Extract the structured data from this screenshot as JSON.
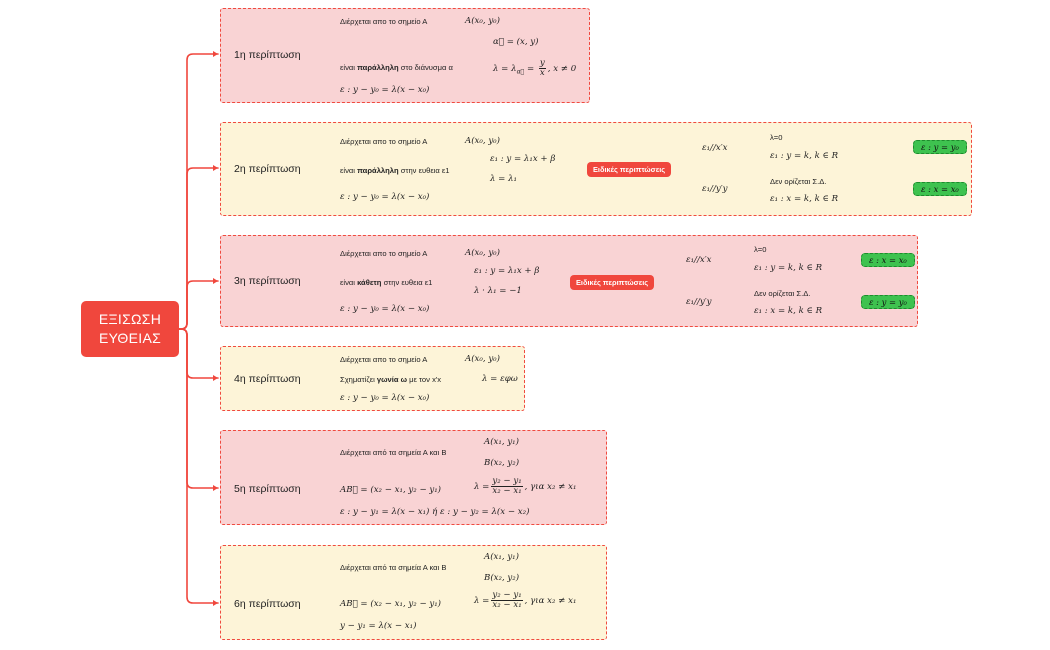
{
  "root": {
    "line1": "ΕΞΙΣΩΣΗ",
    "line2": "ΕΥΘΕΙΑΣ"
  },
  "cases": [
    {
      "label": "1η περίπτωση",
      "r1_text": "Διέρχεται απο το σημείο Α",
      "r1_math": "A(x₀, y₀)",
      "r2_pre": "είναι ",
      "r2_bold": "παράλληλη",
      "r2_post": " στο διάνυσμα α",
      "r2_sub1": "α⃗ = (x, y)",
      "r2_sub2_a": "λ = λ",
      "r2_sub2_b": "α⃗",
      "r2_sub2_c": " = ",
      "r2_sub2_num": "y",
      "r2_sub2_den": "x",
      "r2_sub2_d": ",    x ≠ 0",
      "r3_math": "ε : y − y₀ = λ(x − x₀)"
    },
    {
      "label": "2η περίπτωση",
      "r1_text": "Διέρχεται απο το σημείο Α",
      "r1_math": "A(x₀, y₀)",
      "r2_pre": "είναι ",
      "r2_bold": "παράλληλη",
      "r2_post": " στην ευθεια ε1",
      "r2_sub1": "ε₁ : y = λ₁x + β",
      "r2_sub2": "λ = λ₁",
      "r3_math": "ε : y − y₀ = λ(x − x₀)",
      "special": "Ειδικές περιπτώσεις",
      "a_head": "ε₁//x′x",
      "a_sub1": "λ=0",
      "a_sub2": "ε₁ : y = k,    k ∈ R",
      "a_result": "ε : y = y₀",
      "b_head": "ε₁//y′y",
      "b_sub1": "Δεν ορίζεται Σ.Δ.",
      "b_sub2": "ε₁ : x = k,    k ∈ R",
      "b_result": "ε : x = x₀"
    },
    {
      "label": "3η περίπτωση",
      "r1_text": "Διέρχεται απο το σημείο Α",
      "r1_math": "A(x₀, y₀)",
      "r2_pre": "είναι ",
      "r2_bold": "κάθετη",
      "r2_post": " στην ευθεια ε1",
      "r2_sub1": "ε₁ : y = λ₁x + β",
      "r2_sub2": "λ · λ₁ = −1",
      "r3_math": "ε : y − y₀ = λ(x − x₀)",
      "special": "Ειδικές περιπτώσεις",
      "a_head": "ε₁//x′x",
      "a_sub1": "λ=0",
      "a_sub2": "ε₁ : y = k,    k ∈ R",
      "a_result": "ε : x = x₀",
      "b_head": "ε₁//y′y",
      "b_sub1": "Δεν ορίζεται Σ.Δ.",
      "b_sub2": "ε₁ : x = k,    k ∈ R",
      "b_result": "ε : y = y₀"
    },
    {
      "label": "4η περίπτωση",
      "r1_text": "Διέρχεται απο το σημείο Α",
      "r1_math": "A(x₀, y₀)",
      "r2_pre": "Σχηματίζει ",
      "r2_bold": "γωνία ω",
      "r2_post": " με τον x'x",
      "r2_math": "λ = εφω",
      "r3_math": "ε : y − y₀ = λ(x − x₀)"
    },
    {
      "label": "5η περίπτωση",
      "r1_text": "Διέρχεται από τα σημεία Α και Β",
      "r1_sub1": "A(x₁, y₁)",
      "r1_sub2": "B(x₂, y₂)",
      "r2_math": "AB⃗ = (x₂ − x₁, y₂ − y₁)",
      "r2_lam": "λ =",
      "r2_num": "y₂ − y₁",
      "r2_den": "x₂ − x₁",
      "r2_tail": ",    για    x₂ ≠ x₁",
      "r3_math": "ε : y − y₁ = λ(x − x₁)    ή    ε : y − y₂ = λ(x − x₂)"
    },
    {
      "label": "6η περίπτωση",
      "r1_text": "Διέρχεται από τα σημεία Α και Β",
      "r1_sub1": "A(x₁, y₁)",
      "r1_sub2": "B(x₂, y₂)",
      "r2_math": "AB⃗ = (x₂ − x₁, y₂ − y₁)",
      "r2_lam": "λ =",
      "r2_num": "y₂ − y₁",
      "r2_den": "x₂ − x₁",
      "r2_tail": ",    για    x₂ ≠ x₁",
      "r3_math": "y − y₁ = λ(x − x₁)"
    }
  ],
  "colors": {
    "accent": "#f0473d",
    "pink": "#f9d3d4",
    "cream": "#fdf4d8",
    "green": "#3ec24f"
  }
}
